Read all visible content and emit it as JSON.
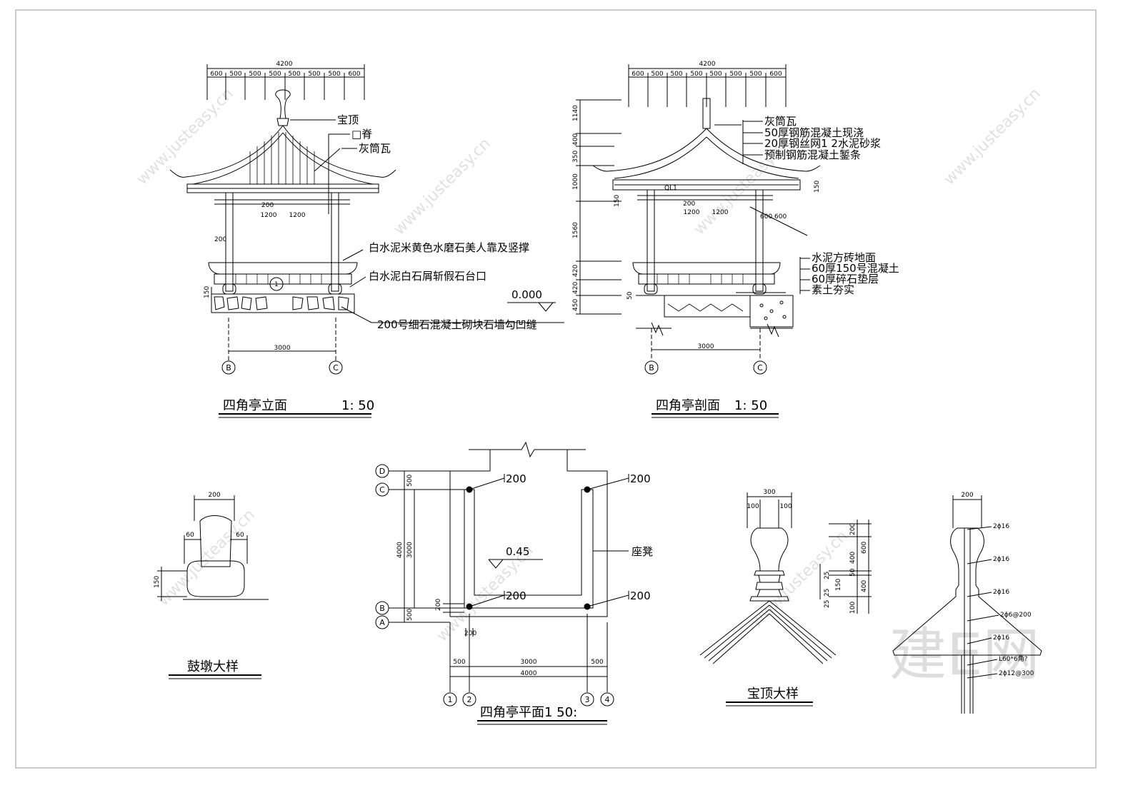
{
  "watermark": {
    "text": "www.justeasy.cn",
    "logo": "建E网"
  },
  "elevation": {
    "title": "四角亭立面",
    "scale": "1: 50",
    "top_total": "4200",
    "top_dims": [
      "600",
      "500",
      "500",
      "500",
      "500",
      "500",
      "500",
      "600"
    ],
    "mid_dims": [
      "1200",
      "1200"
    ],
    "small_200": "200",
    "left_200": "200",
    "left_150": "150",
    "marker_1": "1",
    "bottom_dim": "3000",
    "axes": [
      "B",
      "C"
    ],
    "labels": {
      "finial": "宝顶",
      "ridge": "□脊",
      "tile": "灰筒瓦",
      "seat": "白水泥米黄色水磨石美人靠及竖撑",
      "platform": "白水泥白石屑斩假石台口",
      "base": "200号细石混凝土砌块石墙勾凹缝"
    },
    "elevation_mark": "0.000"
  },
  "section": {
    "title": "四角亭剖面",
    "scale": "1: 50",
    "top_total": "4200",
    "top_dims": [
      "600",
      "500",
      "500",
      "500",
      "500",
      "500",
      "500",
      "600"
    ],
    "left_dims": [
      "1140",
      "400",
      "350",
      "1000",
      "1560",
      "420",
      "420",
      "450"
    ],
    "mid_dims": [
      "1200",
      "1200"
    ],
    "small_200": "200",
    "left_150": "150",
    "right_150": "150",
    "ql": "QL1",
    "dim_600": "600 600",
    "dim_50": "50",
    "bottom_dim": "3000",
    "axes": [
      "B",
      "C"
    ],
    "roof_labels": [
      "灰筒瓦",
      "50厚钢筋混凝土现浇",
      "20厚钢丝网1 2水泥砂浆",
      "预制钢筋混凝土錾条"
    ],
    "floor_labels": [
      "水泥方砖地面",
      "60厚150号混凝土",
      "60厚碎石垫层",
      "素土夯实"
    ]
  },
  "drum": {
    "title": "鼓墩大样",
    "dims": [
      "200",
      "60",
      "60",
      "150"
    ]
  },
  "plan": {
    "title": "四角亭平面1 50:",
    "axes_left": [
      "D",
      "C",
      "B",
      "A"
    ],
    "axes_bottom": [
      "1",
      "2",
      "3",
      "4"
    ],
    "column_labels": [
      "200",
      "200",
      "200",
      "200"
    ],
    "seat_label": "座凳",
    "level": "0.45",
    "left_dims": [
      "500",
      "3000",
      "500"
    ],
    "left_total": "4000",
    "bottom_dims": [
      "500",
      "3000",
      "500"
    ],
    "bottom_total": "4000",
    "small_dims": [
      "200",
      "200"
    ]
  },
  "finial": {
    "title": "宝顶大样",
    "top_dim": "300",
    "top_sub": [
      "100",
      "100"
    ],
    "right_dims": [
      "200",
      "600",
      "400",
      "50",
      "400",
      "100"
    ],
    "left_dims": [
      "25",
      "25",
      "150",
      "25"
    ]
  },
  "rebar": {
    "top_dim": "200",
    "labels": [
      "2ϕ16",
      "2ϕ16",
      "2ϕ16",
      "2ϕ6@200",
      "2ϕ16",
      "L60*6角?",
      "2ϕ12@300"
    ]
  },
  "colors": {
    "line": "#000000",
    "watermark": "#c8c8c8"
  }
}
